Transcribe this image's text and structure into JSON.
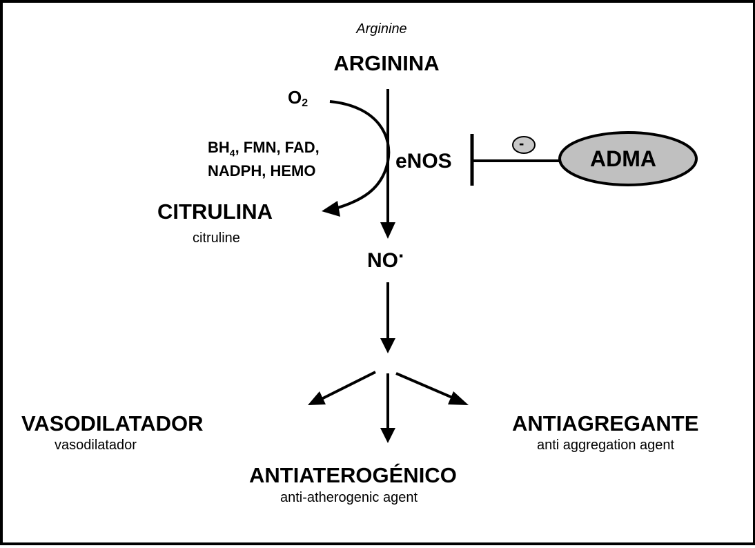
{
  "arginine": {
    "name": "ARGININA",
    "translation": "Arginine"
  },
  "oxygen": {
    "symbol": "O",
    "subscript": "2"
  },
  "cofactors": {
    "line1_prefix": "BH",
    "line1_sub": "4",
    "line1_rest": ", FMN, FAD,",
    "line2": "NADPH, HEMO"
  },
  "enzyme": {
    "name": "eNOS"
  },
  "inhibitor": {
    "name": "ADMA",
    "sign": "-",
    "fill": "#c0c0c0"
  },
  "citrulline": {
    "name": "CITRULINA",
    "translation": "citruline"
  },
  "nitric_oxide": {
    "name": "NO",
    "radical": "."
  },
  "effects": {
    "vasodilator": {
      "name": "VASODILATADOR",
      "translation": "vasodilatador"
    },
    "antiaggregant": {
      "name": "ANTIAGREGANTE",
      "translation": "anti aggregation agent"
    },
    "antiatherogenic": {
      "name": "ANTIATEROGÉNICO",
      "translation": "anti-atherogenic agent"
    }
  }
}
